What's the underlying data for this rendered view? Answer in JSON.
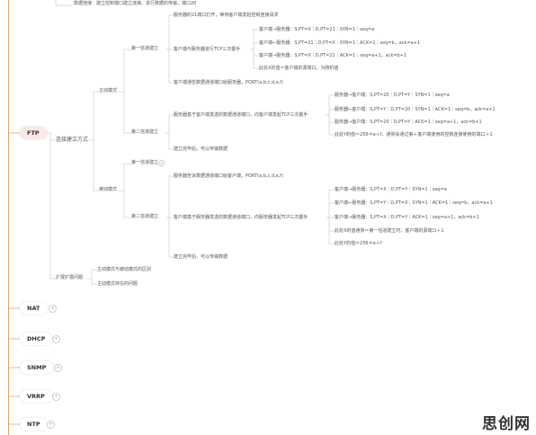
{
  "top_note": "数据连接：建立控制端口建立连接、进行数据的传输，端口20",
  "roots": [
    {
      "label": "FTP"
    },
    {
      "label": "NAT"
    },
    {
      "label": "DHCP"
    },
    {
      "label": "SNMP"
    },
    {
      "label": "VRRP"
    },
    {
      "label": "NTP"
    }
  ],
  "ftp": {
    "connection_mode": "连接建立方式",
    "active": {
      "label": "主动模式",
      "first": {
        "label": "第一信道建立",
        "items": [
          "服务器的21端口打开，等待客户端发起控制连接请求",
          "客户端与服务器进行TCP三次握手",
          "客户端通告数据通道端口给服务器，PORT(a,b,c,d,e,f)"
        ],
        "handshake": [
          "客户端→服务器：S,PT=X｜D,PT=21｜SYN=1｜seq=a",
          "客户端←服务器：S,PT=21｜D,PT=X｜SYN=1｜ACK=1｜seq=b，ack=a+1",
          "客户端→服务器：S,PT=X｜D,PT=21｜ACK=1｜seq=a+1，ack=b+1",
          "此处X的值＝客户端的源端口，为随机值"
        ]
      },
      "second": {
        "label": "第二信道建立",
        "items": [
          "服务器基于客户端发送的数据通道端口，向客户端发起TCP三次握手",
          "建立完毕后，可以传输数据"
        ],
        "handshake": [
          "服务器→客户端：S,PT=20｜D,PT=Y｜SYN=1｜seq=a",
          "服务器←客户端：S,PT=Y｜D,PT=20｜SYN=1｜ACK=1｜seq=b，ack=a+1",
          "服务器→客户端：S,PT=20｜D,PT=Y｜ACK=1｜seq=a+1，ack=b+1",
          "此处Y的值＝256＊e＋f，通常会通过第＋客户端使用的控制连接使用的端口＋1"
        ]
      }
    },
    "passive": {
      "label": "被动模式",
      "first": {
        "label": "第一信道建立"
      },
      "second": {
        "label": "第二信道建立",
        "items": [
          "服务器告诉数据通道端口给客户端，PORT(a,b,c,d,e,f)",
          "客户端基于服务器发送的数据通道端口，向服务器发起TCP三次握手",
          "建立完毕后，可以传输数据"
        ],
        "handshake": [
          "客户端→服务器：S,PT=X｜D,PT=Y｜SYN=1｜seq=a",
          "客户端←服务器：S,PT=Y｜D,PT=X｜SYN=1｜ACK=1｜seq=b，ack=a+1",
          "客户端→服务器：S,PT=X｜D,PT=Y｜ACK=1｜seq=a+1，ack=b+1",
          "此处X的值通常＝第一信道建立时，客户端的源端口＋1",
          "此处Y的值＝256＊e＋f"
        ]
      }
    },
    "extension": {
      "label": "扩展扩展问题",
      "items": [
        "主动模式与被动模式的区别",
        "主动模式存在的问题"
      ]
    }
  },
  "watermark": "思创网"
}
